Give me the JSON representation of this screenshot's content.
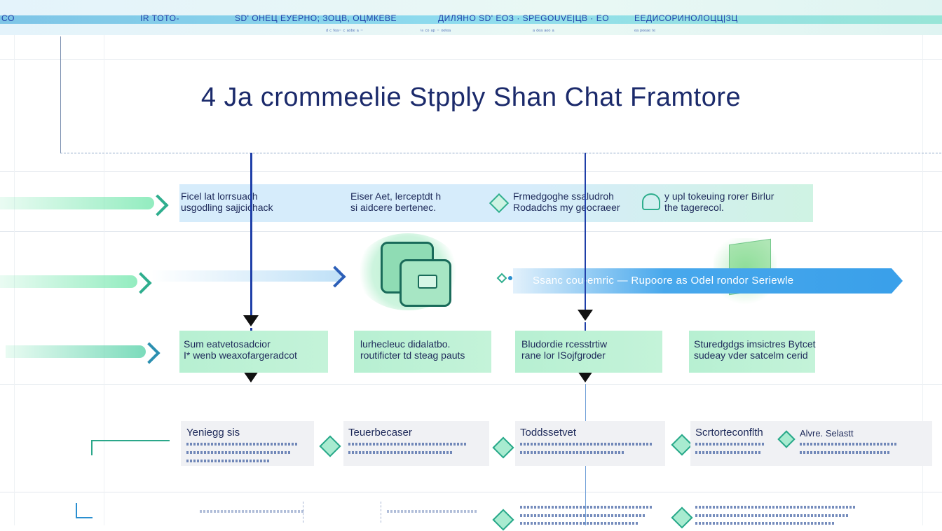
{
  "header": {
    "strip_left": "CO",
    "strip_texts": [
      "IR TOTO-",
      "SD' ОНЕЦ ЕУЕРНО; ЗОЦВ, ОЦМКЕВЕ",
      "ДИЛЯНО SD' ЕОЗ · SPEGOUVE|ЦВ · ЕО",
      "ЕЕДИСОРИНОЛОЦЦ|ЗЦ"
    ],
    "strip_subtexts": [
      "ᵈ ᶜ ᶠᵉᵃ⁻ ᶜ ᵃᵒᵇᵉ ᵃ ⁻",
      "ⁱⁿ ᶜᵒ ᵃᵖ ⁻ ᵒᵉᵗᵉᵃ",
      "ᵃ ᵈᵉᵃ ᵃᵉᵒ ᵃ",
      "ᵉᵃ ᵖᵉᵉᵃᵉ ᵗᵉ"
    ]
  },
  "title": "4 Ja crommeelie Stpply Shan Chat Framtore",
  "row1": {
    "items": [
      {
        "line1": "Ficel lat lorrsuach",
        "line2": "usgodling sajjcichack"
      },
      {
        "line1": "Eiser Aet, lerceptdt h",
        "line2": "si aidcere bertenec."
      },
      {
        "line1": "Frmedgoghe ssaludroh",
        "line2": "Rodadchs my geocraeer"
      },
      {
        "line1": "y upl tokeuing rorer Birlur",
        "line2": "the tagerecol."
      }
    ]
  },
  "service_banner": {
    "label": "Ssanc cou-emric — Rupoore as Odel rondor  Seriewle"
  },
  "row3": {
    "boxes": [
      {
        "line1": "Sum eatvetosadcior",
        "line2": "I* wenb weaxofargeradcot"
      },
      {
        "line1": "lurhecleuc didalatbo.",
        "line2": "routificter td steag pauts"
      },
      {
        "line1": "Bludordie rcesstrtiw",
        "line2": "rane lor ISojfgroder"
      },
      {
        "line1": "Sturedgdgs  imsictres Bytcet",
        "line2": "sudeay vder satcelm cerid"
      }
    ]
  },
  "row4": {
    "cards": [
      {
        "title": "Yeniegg sis"
      },
      {
        "title": "Teuerbecaser"
      },
      {
        "title": "Toddssetvet"
      },
      {
        "title": "Scrtorteconflth"
      },
      {
        "title": "Alvre. Selastt"
      }
    ]
  },
  "colors": {
    "primary_text": "#1b2a6b",
    "green_accent": "#b7f0d2",
    "blue_accent": "#3aa0ea",
    "connector": "#1f3fa8"
  }
}
